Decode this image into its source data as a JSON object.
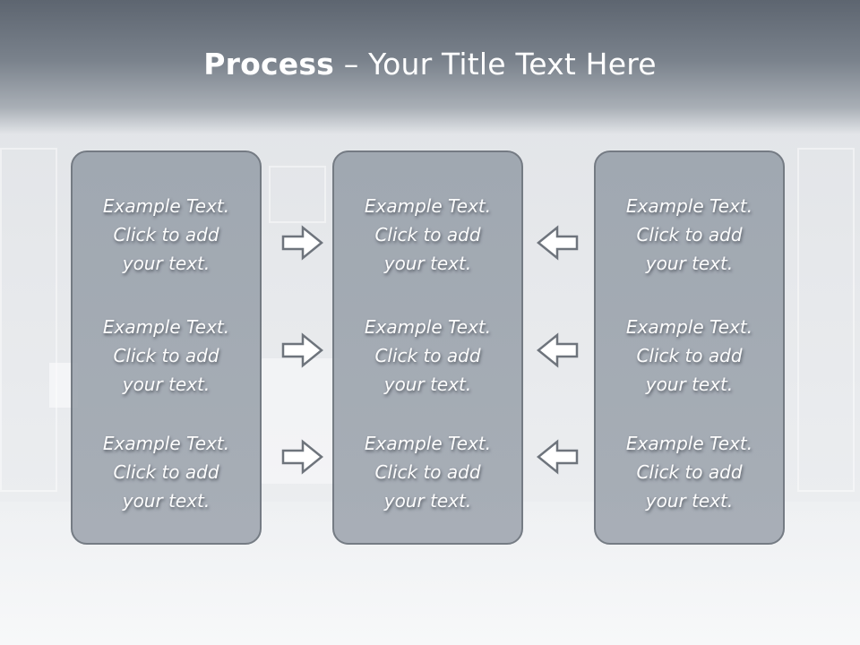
{
  "title": {
    "bold": "Process",
    "rest": " – Your Title Text Here"
  },
  "panels": [
    {
      "items": [
        {
          "line1": "Example Text.",
          "line2": "Click  to add",
          "line3": "your text."
        },
        {
          "line1": "Example Text.",
          "line2": "Click  to add",
          "line3": "your text."
        },
        {
          "line1": "Example Text.",
          "line2": "Click  to add",
          "line3": "your text."
        }
      ]
    },
    {
      "items": [
        {
          "line1": "Example Text.",
          "line2": "Click  to add",
          "line3": "your text."
        },
        {
          "line1": "Example Text.",
          "line2": "Click  to add",
          "line3": "your text."
        },
        {
          "line1": "Example Text.",
          "line2": "Click  to add",
          "line3": "your text."
        }
      ]
    },
    {
      "items": [
        {
          "line1": "Example Text.",
          "line2": "Click  to add",
          "line3": "your text."
        },
        {
          "line1": "Example Text.",
          "line2": "Click  to add",
          "line3": "your text."
        },
        {
          "line1": "Example Text.",
          "line2": "Click  to add",
          "line3": "your text."
        }
      ]
    }
  ],
  "arrows": {
    "left_column": "right-arrow-icon",
    "right_column": "left-arrow-icon"
  },
  "colors": {
    "panel_fill": "#9ba3ad",
    "panel_border": "#6b727b",
    "arrow_fill": "#ffffff",
    "arrow_stroke": "#6e747c",
    "header": "#6b737d"
  }
}
